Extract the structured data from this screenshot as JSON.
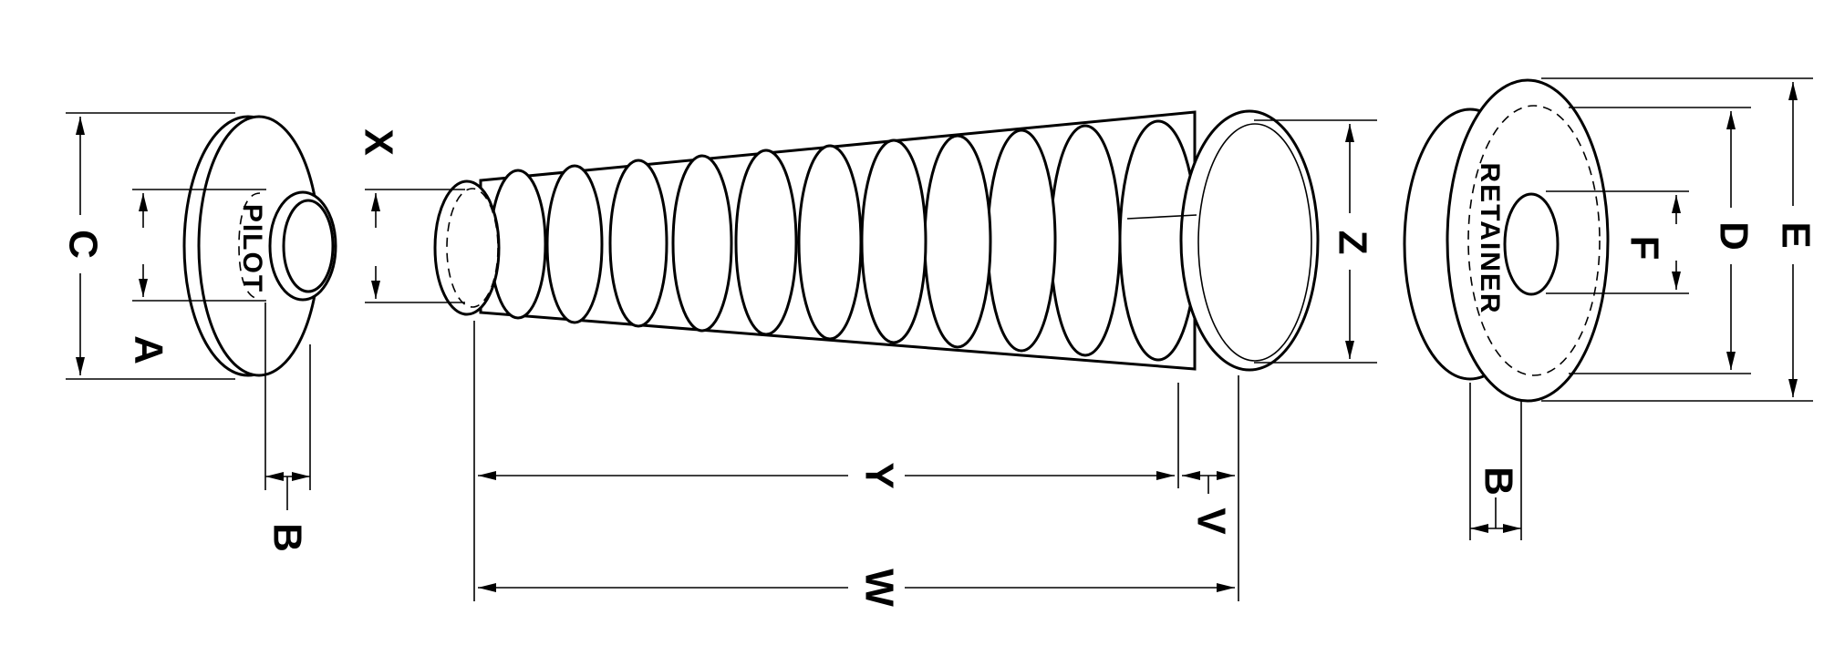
{
  "labels": {
    "a": "A",
    "b_left": "B",
    "c": "C",
    "x": "X",
    "y": "Y",
    "v": "V",
    "w": "W",
    "z": "Z",
    "d": "D",
    "e": "E",
    "f": "F",
    "b_right": "B"
  },
  "parts": {
    "pilot": "PILOT",
    "retainer": "RETAINER"
  }
}
